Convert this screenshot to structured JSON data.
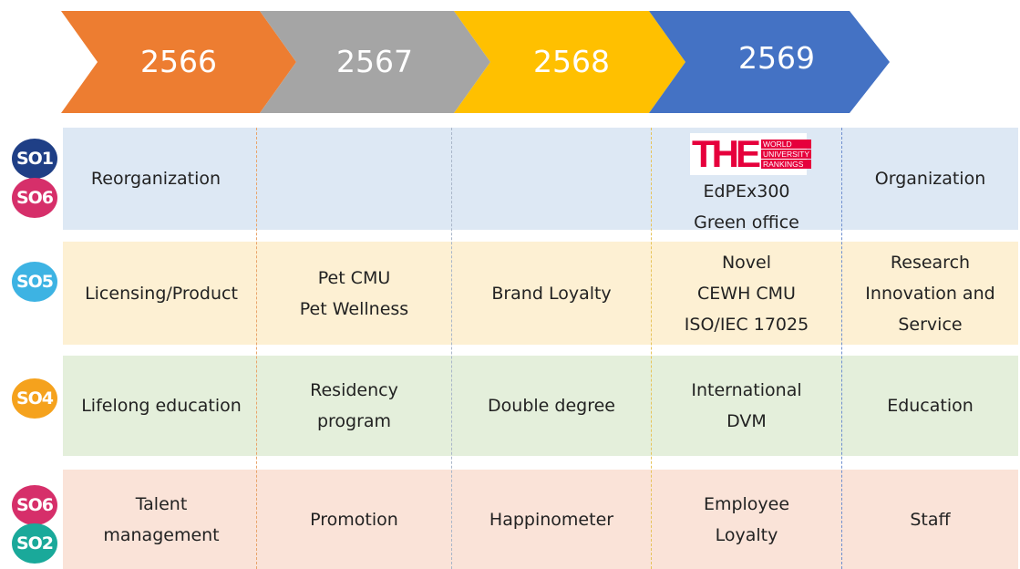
{
  "years": [
    "2566",
    "2567",
    "2568",
    "2569"
  ],
  "colors": {
    "year_2566": "#ed7d31",
    "year_2567": "#a5a5a5",
    "year_2568": "#ffc000",
    "year_2569": "#4472c4",
    "row_organization": "#dde8f4",
    "row_research": "#fdf0d3",
    "row_education": "#e4efdb",
    "row_staff": "#fae3d8"
  },
  "logo": {
    "big_text": "THE",
    "small_lines": [
      "WORLD",
      "UNIVERSITY",
      "RANKINGS"
    ]
  },
  "rows": [
    {
      "badges": [
        "SO1",
        "SO6"
      ],
      "cells": [
        "Reorganization",
        "",
        "",
        "EdPEx300\nGreen office",
        "Organization"
      ]
    },
    {
      "badges": [
        "SO5"
      ],
      "cells": [
        "Licensing/Product",
        "Pet CMU\nPet Wellness",
        "Brand Loyalty",
        "Novel\nCEWH CMU\nISO/IEC 17025",
        "Research\nInnovation and\nService"
      ]
    },
    {
      "badges": [
        "SO4"
      ],
      "cells": [
        "Lifelong education",
        "Residency\nprogram",
        "Double degree",
        "International\nDVM",
        "Education"
      ]
    },
    {
      "badges": [
        "SO6",
        "SO2"
      ],
      "cells": [
        "Talent\nmanagement",
        "Promotion",
        "Happinometer",
        "Employee\nLoyalty",
        "Staff"
      ]
    }
  ]
}
